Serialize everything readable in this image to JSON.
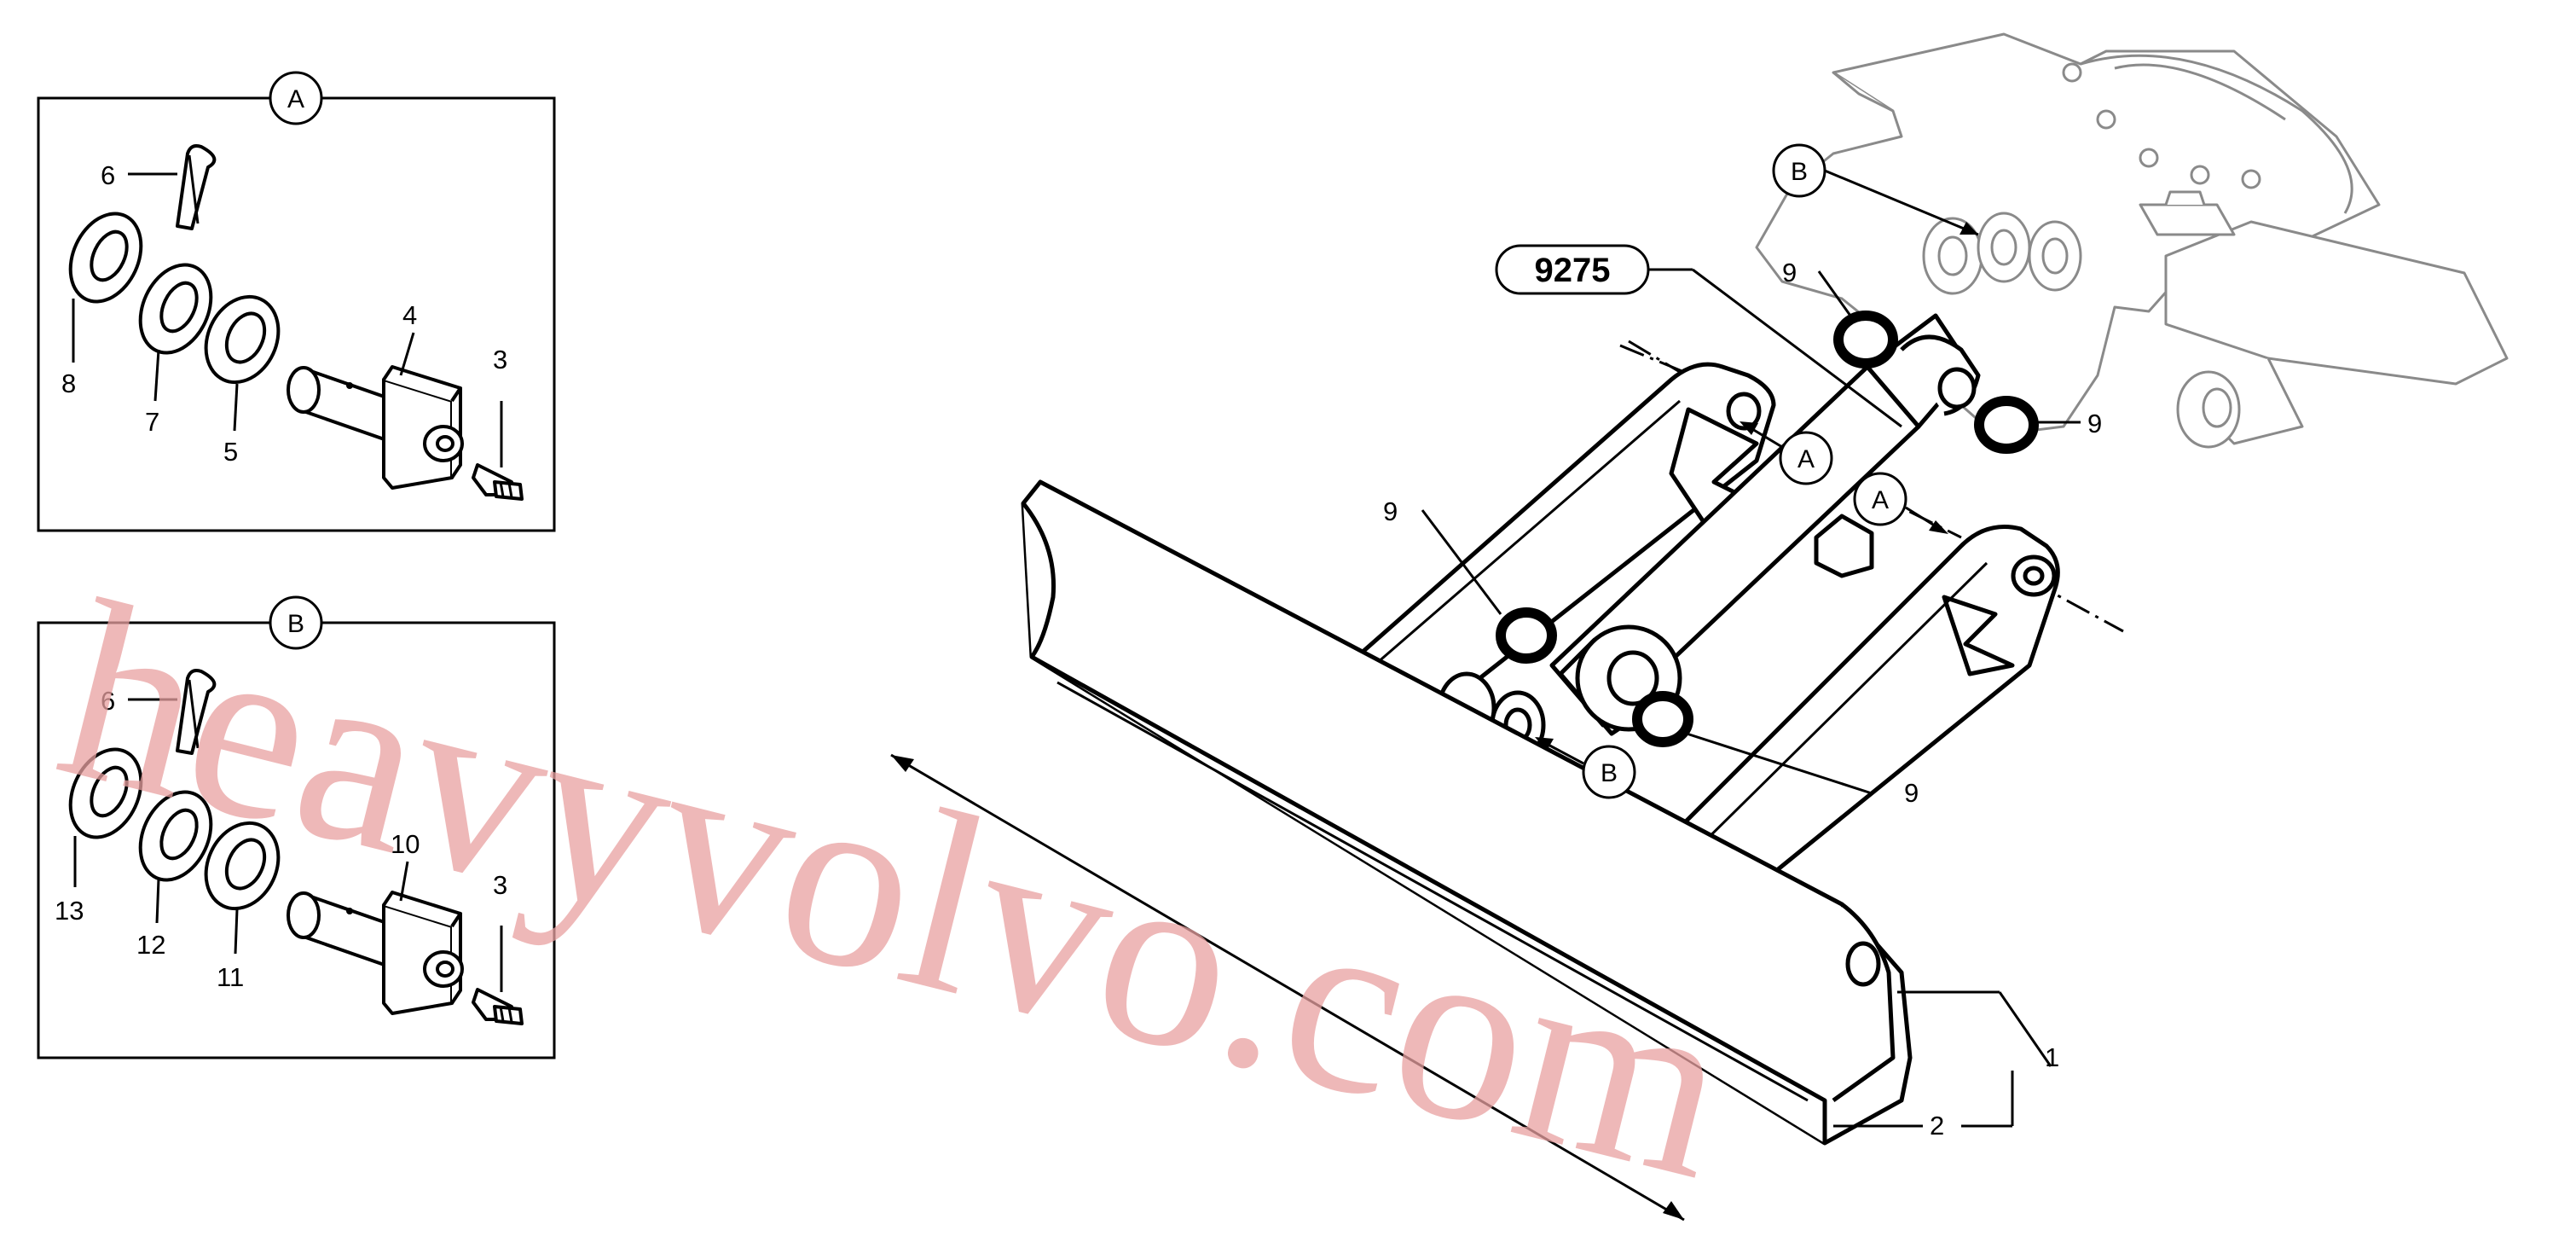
{
  "diagram": {
    "reference_code": "9275",
    "callouts": {
      "a": "A",
      "b": "B"
    },
    "detail_a": {
      "title": "A",
      "labels": {
        "cotter_pin": "6",
        "washer_outer": "8",
        "washer_middle": "7",
        "washer_inner": "5",
        "pin": "4",
        "grease_nipple": "3"
      }
    },
    "detail_b": {
      "title": "B",
      "labels": {
        "cotter_pin": "6",
        "washer_outer": "13",
        "washer_middle": "12",
        "washer_inner": "11",
        "pin": "10",
        "grease_nipple": "3"
      }
    },
    "main_labels": {
      "seal_upper_left": "9",
      "seal_upper_right": "9",
      "seal_left": "9",
      "seal_lower": "9",
      "blade": "1",
      "cutting_edge": "2"
    },
    "watermark": "heavyvolvo.com"
  }
}
